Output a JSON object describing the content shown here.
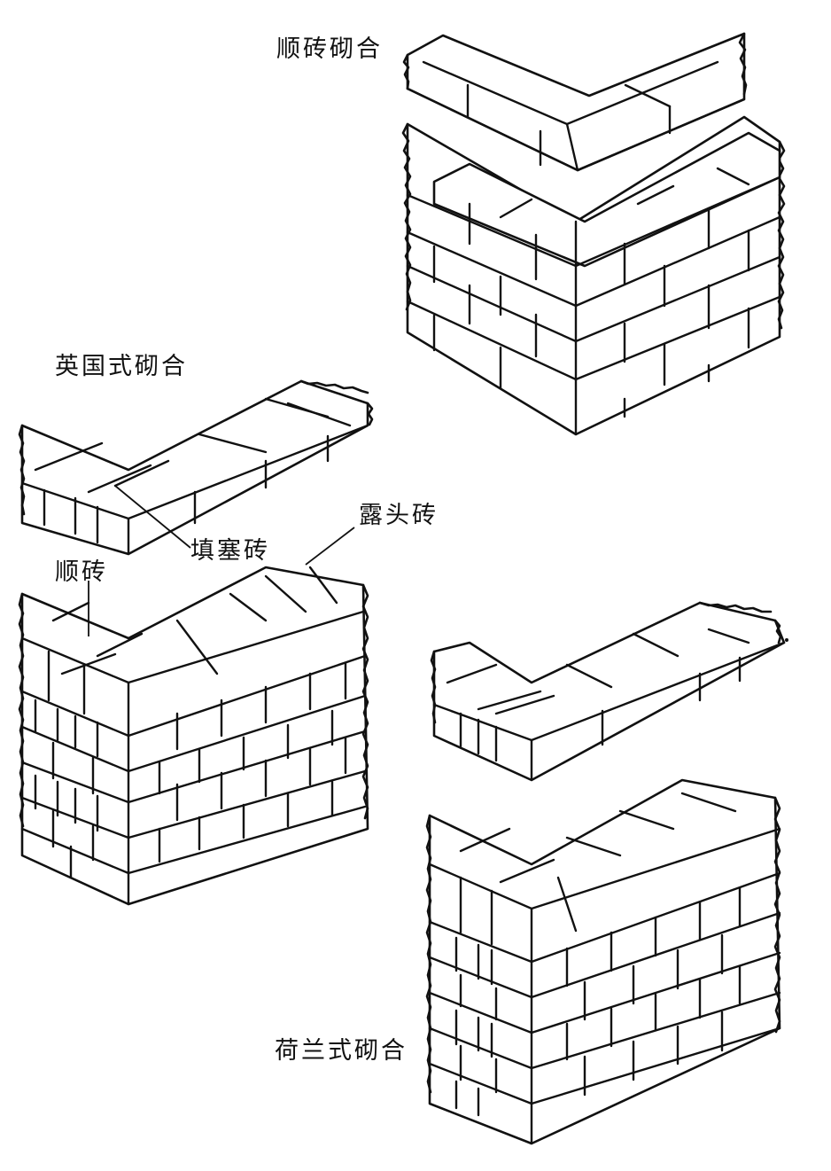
{
  "labels": {
    "stretcher_bond": "顺砖砌合",
    "english_bond": "英国式砌合",
    "closer_brick": "填塞砖",
    "header_brick": "露头砖",
    "stretcher_brick": "顺砖",
    "dutch_bond": "荷兰式砌合"
  },
  "colors": {
    "ink": "#111111",
    "paper": "#ffffff"
  }
}
